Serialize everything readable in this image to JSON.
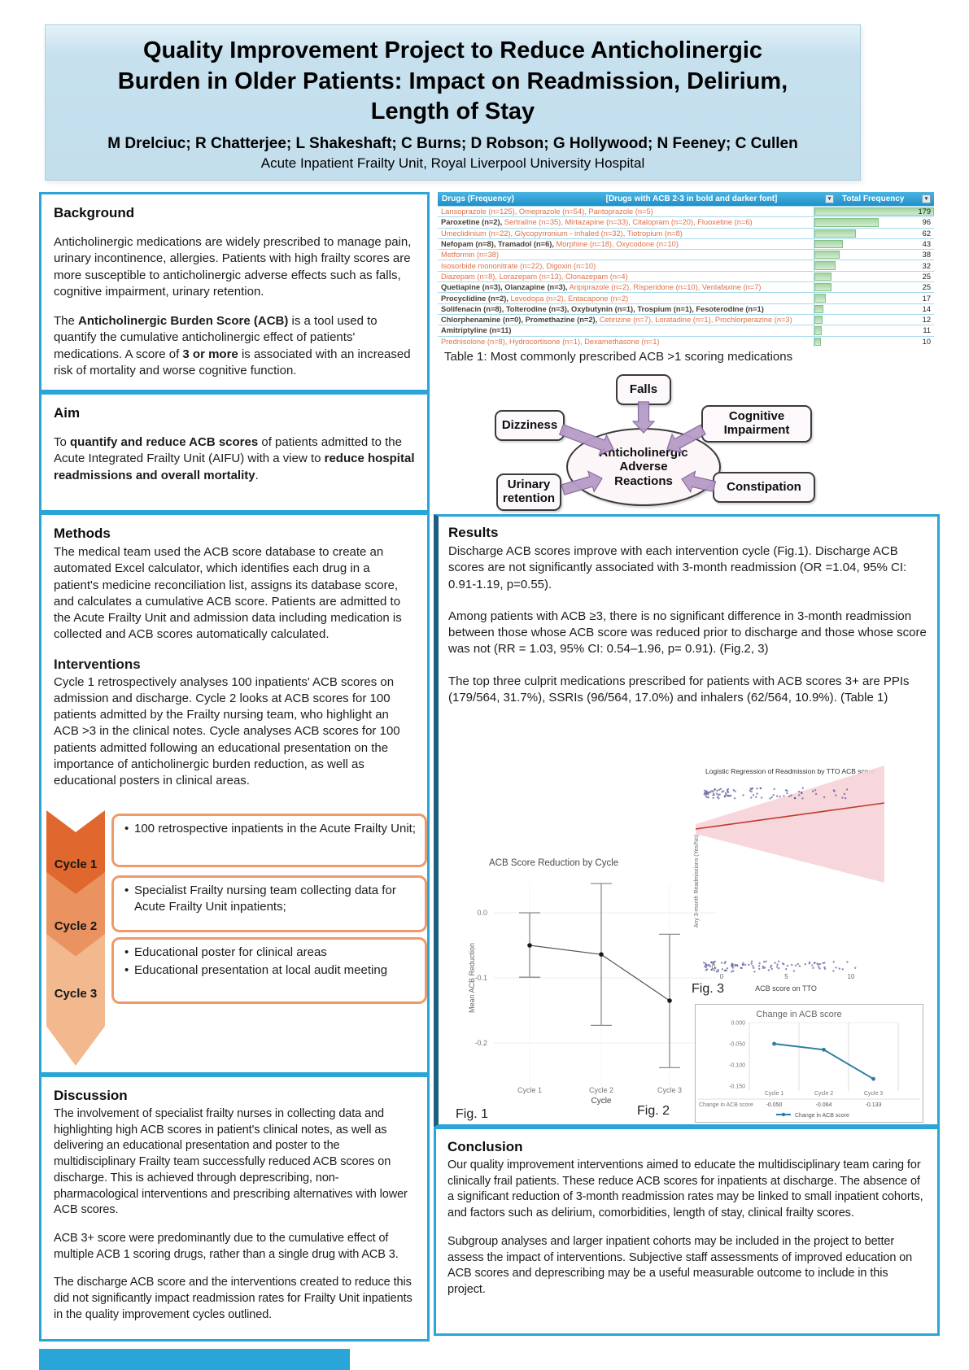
{
  "header": {
    "title_line1": "Quality Improvement Project to Reduce Anticholinergic",
    "title_line2": "Burden in Older Patients: Impact on Readmission, Delirium,",
    "title_line3": "Length of Stay",
    "authors": "M Drelciuc; R Chatterjee; L Shakeshaft; C Burns; D Robson; G Hollywood; N Feeney; C Cullen",
    "affiliation": "Acute Inpatient Frailty Unit, Royal Liverpool University Hospital"
  },
  "sections": {
    "background": {
      "heading": "Background",
      "para1": "Anticholinergic medications are widely prescribed to manage pain, urinary incontinence, allergies. Patients with high frailty scores are more susceptible to anticholinergic adverse effects such as falls, cognitive impairment, urinary retention.",
      "para2_html": "The <b>Anticholinergic Burden Score (ACB)</b> is a tool used to quantify the cumulative anticholinergic effect of patients' medications. A score of <b>3 or more</b> is associated with an increased risk of mortality and worse cognitive function."
    },
    "aim": {
      "heading": "Aim",
      "body_html": "To <b>quantify and reduce ACB scores</b> of patients admitted to the Acute Integrated Frailty Unit (AIFU) with a view to <b>reduce hospital readmissions and overall mortality</b>."
    },
    "methods": {
      "heading": "Methods",
      "body": "The medical team used the ACB score database to create an automated Excel calculator, which identifies each drug in a patient's medicine reconciliation list, assigns its database score, and calculates a cumulative ACB score. Patients are admitted to the Acute Frailty Unit and admission data including medication is collected and ACB scores automatically calculated."
    },
    "interventions": {
      "heading": "Interventions",
      "body": "Cycle 1 retrospectively analyses 100 inpatients' ACB scores on admission and discharge. Cycle 2 looks at ACB scores for 100 patients admitted by the Frailty nursing team, who highlight an ACB >3 in the clinical notes. Cycle analyses ACB scores for 100 patients admitted following an educational presentation on the importance of anticholinergic burden reduction, as well as educational posters in clinical areas."
    },
    "cycles": [
      {
        "label": "Cycle 1",
        "bullets": [
          "100 retrospective inpatients in the Acute Frailty Unit;"
        ]
      },
      {
        "label": "Cycle 2",
        "bullets": [
          "Specialist Frailty nursing team collecting data for Acute Frailty Unit inpatients;"
        ]
      },
      {
        "label": "Cycle 3",
        "bullets": [
          "Educational poster for clinical areas",
          "Educational presentation at local audit meeting"
        ]
      }
    ],
    "results": {
      "heading": "Results",
      "paras": [
        "Discharge ACB scores improve with each intervention cycle (Fig.1). Discharge ACB scores are not significantly associated with 3-month readmission (OR =1.04, 95% CI: 0.91-1.19, p=0.55).",
        "Among patients with ACB ≥3, there is no significant difference in 3-month readmission between those whose ACB score was reduced prior to discharge and those whose score was not (RR = 1.03, 95% CI: 0.54–1.96, p= 0.91). (Fig.2, 3)",
        "The top three culprit medications prescribed for patients with ACB scores 3+ are PPIs (179/564, 31.7%), SSRIs (96/564, 17.0%) and inhalers (62/564, 10.9%). (Table 1)"
      ]
    },
    "discussion": {
      "heading": "Discussion",
      "paras": [
        "The involvement of specialist frailty nurses in collecting data and highlighting high ACB scores in patient's clinical notes, as well as delivering an educational presentation and poster to the multidisciplinary Frailty team successfully reduced ACB scores on discharge. This is achieved through deprescribing, non-pharmacological interventions and prescribing alternatives with lower ACB scores.",
        "ACB 3+ score were predominantly due to the cumulative effect of multiple ACB 1 scoring drugs, rather than a single drug with ACB 3.",
        "The discharge ACB score and the interventions created to reduce this did not significantly impact readmission rates for Frailty Unit inpatients in the quality improvement cycles outlined."
      ]
    },
    "conclusion": {
      "heading": "Conclusion",
      "paras": [
        "Our quality improvement interventions aimed to educate the multidisciplinary team caring for clinically frail patients. These reduce ACB scores for inpatients at discharge. The absence of a significant reduction of 3-month readmission rates may be linked to small inpatient cohorts, and factors such as delirium, comorbidities, length of stay, clinical frailty scores.",
        "Subgroup analyses and larger inpatient cohorts may be included in the project to better assess the impact of interventions. Subjective staff assessments of improved education on ACB scores and deprescribing may be a useful measurable outcome to include in this project."
      ]
    }
  },
  "table1": {
    "caption": "Table 1: Most commonly prescribed ACB >1 scoring medications",
    "header_left": "Drugs (Frequency)",
    "header_mid": "[Drugs with ACB 2-3 in bold and darker font]",
    "header_right": "Total Frequency",
    "filter_icon": "▾",
    "max_value": 179,
    "rows": [
      {
        "drugs_html": "Lansoprazole (n=125), Omeprazole (n=54), Pantoprazole (n=5)",
        "value": 179
      },
      {
        "drugs_html": "<b>Paroxetine (n=2),</b> Sertraline (n=35), Mirtazapine (n=33), Citalopram (n=20), Fluoxetine (n=6)",
        "value": 96
      },
      {
        "drugs_html": "Umeclidinium (n=22), Glycopyrronium - inhaled (n=32), Tiotropium (n=8)",
        "value": 62
      },
      {
        "drugs_html": "<b>Nefopam (n=8), Tramadol (n=6),</b> Morphine (n=18), Oxycodone (n=10)",
        "value": 43
      },
      {
        "drugs_html": "Metformin (n=38)",
        "value": 38
      },
      {
        "drugs_html": "Isosorbide mononitrate (n=22), Digoxin (n=10)",
        "value": 32
      },
      {
        "drugs_html": "Diazepam (n=8), Lorazepam (n=13), Clonazepam (n=4)",
        "value": 25
      },
      {
        "drugs_html": "<b>Quetiapine (n=3), Olanzapine (n=3),</b> Aripiprazole (n=2), Risperidone (n=10), Venlafaxine (n=7)",
        "value": 25
      },
      {
        "drugs_html": "<b>Procyclidine (n=2),</b> Levodopa (n=2), Entacapone (n=2)",
        "value": 17
      },
      {
        "drugs_html": "<b>Solifenacin (n=8), Tolterodine (n=3), Oxybutynin (n=1), Trospium (n=1), Fesoterodine (n=1)</b>",
        "value": 14
      },
      {
        "drugs_html": "<b>Chlorphenamine (n=0), Promethazine (n=2),</b> Cetirizine (n=7), Loratadine (n=1), Prochlorperazine (n=3)",
        "value": 12
      },
      {
        "drugs_html": "<b>Amitriptyline (n=11)</b>",
        "value": 11
      },
      {
        "drugs_html": "Prednisolone (n=8), Hydrocortisone (n=1), Dexamethasone (n=1)",
        "value": 10
      }
    ]
  },
  "diagram": {
    "center": "Anticholinergic Adverse Reactions",
    "nodes": {
      "falls": "Falls",
      "dizziness": "Dizziness",
      "cognitive": "Cognitive Impairment",
      "urinary": "Urinary retention",
      "constipation": "Constipation"
    }
  },
  "chart_data": [
    {
      "id": "fig1",
      "type": "line",
      "title": "ACB Score Reduction by Cycle",
      "xlabel": "Cycle",
      "ylabel": "Mean ACB Reduction",
      "categories": [
        "Cycle 1",
        "Cycle 2",
        "Cycle 3"
      ],
      "values": [
        -0.05,
        -0.064,
        -0.135
      ],
      "ci_high": [
        0.0,
        0.045,
        -0.033
      ],
      "ci_low": [
        -0.099,
        -0.173,
        -0.238
      ],
      "yticks": [
        0.0,
        -0.1,
        -0.2
      ],
      "ylim": [
        0.06,
        -0.27
      ],
      "grid": true,
      "legend_position": "none",
      "fig_label": "Fig. 1"
    },
    {
      "id": "fig3",
      "type": "scatter",
      "title": "Logistic Regression of Readmission by TTO ACB score",
      "xlabel": "ACB score on TTO",
      "ylabel": "Any 3-month Readmissions (Yes/No)",
      "xticks": [
        0,
        5,
        10
      ],
      "yticks": [
        0,
        1
      ],
      "xrange": [
        0,
        11.5
      ],
      "points_summary": [
        {
          "y": 1,
          "n": 90,
          "x_range": [
            0,
            9
          ]
        },
        {
          "y": 0,
          "n": 105,
          "x_range": [
            0,
            10
          ]
        }
      ],
      "trend_line": {
        "color": "#c0392b",
        "direction": "rising",
        "y_start": 0.33,
        "y_end": 0.46
      },
      "confidence_band_color": "#f7d3d8",
      "fig_label": "Fig. 3"
    },
    {
      "id": "fig2",
      "type": "line",
      "title": "Change in ACB score",
      "categories": [
        "Cycle 1",
        "Cycle 2",
        "Cycle 3"
      ],
      "values": [
        -0.05,
        -0.064,
        -0.133
      ],
      "value_labels": [
        "-0.050",
        "-0.064",
        "-0.133"
      ],
      "yticks": [
        "0.000",
        "-0.050",
        "-0.100",
        "-0.150"
      ],
      "row_label": "Change in ACB score",
      "legend": "Change in ACB score",
      "legend_position": "bottom",
      "line_color": "#2e7ca3",
      "fig_label": "Fig. 2"
    }
  ]
}
